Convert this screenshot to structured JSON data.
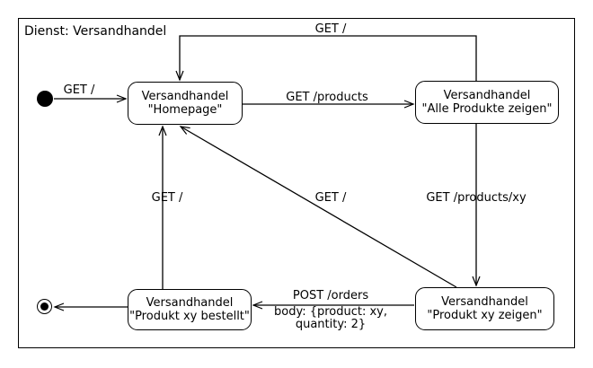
{
  "frame": {
    "title": "Dienst: Versandhandel"
  },
  "states": {
    "homepage": {
      "line1": "Versandhandel",
      "line2": "\"Homepage\""
    },
    "alle_produkte": {
      "line1": "Versandhandel",
      "line2": "\"Alle Produkte zeigen\""
    },
    "produkt_zeigen": {
      "line1": "Versandhandel",
      "line2": "\"Produkt xy zeigen\""
    },
    "produkt_bestellt": {
      "line1": "Versandhandel",
      "line2": "\"Produkt xy bestellt\""
    }
  },
  "transitions": {
    "initial_to_homepage": {
      "label": "GET /"
    },
    "homepage_to_alle_produkte": {
      "label": "GET /products"
    },
    "alle_produkte_to_homepage": {
      "label": "GET /"
    },
    "alle_produkte_to_produkt_zeigen": {
      "label": "GET /products/xy"
    },
    "produkt_zeigen_to_homepage": {
      "label": "GET /"
    },
    "produkt_zeigen_to_produkt_bestellt": {
      "line1": "POST /orders",
      "line2": "body: {product: xy,",
      "line3": "quantity: 2}"
    },
    "produkt_bestellt_to_homepage": {
      "label": "GET /"
    }
  },
  "colors": {
    "stroke": "#000000",
    "background": "#ffffff"
  }
}
